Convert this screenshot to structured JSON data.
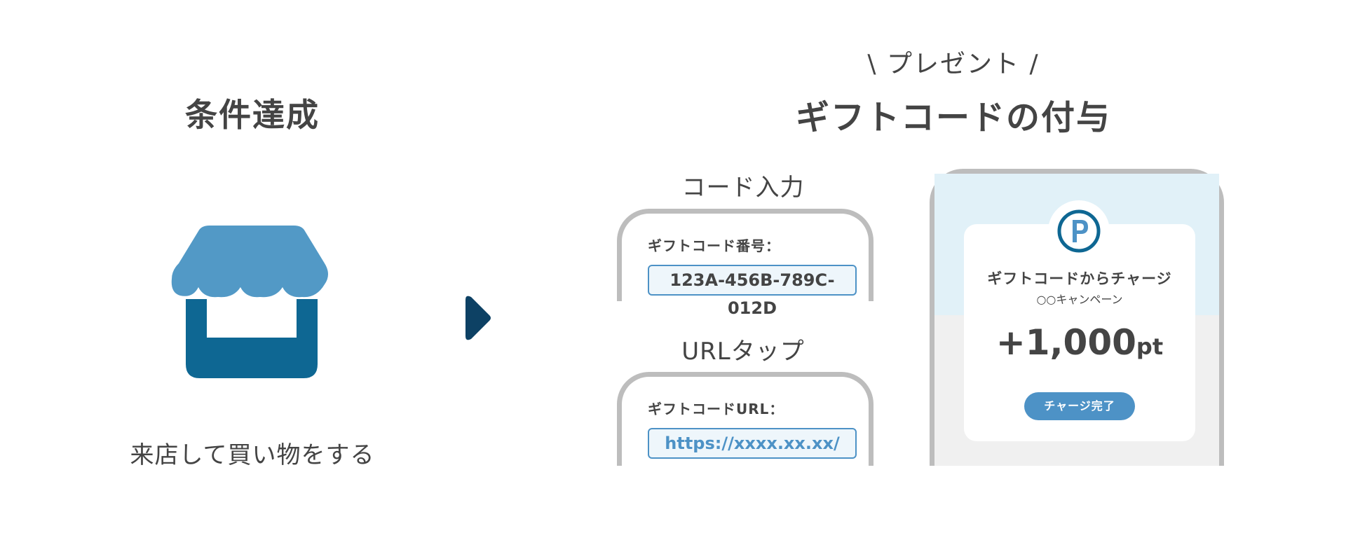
{
  "left": {
    "title": "条件達成",
    "caption": "来店して買い物をする"
  },
  "right": {
    "present_label": "\\ プレゼント /",
    "title": "ギフトコードの付与",
    "code_input": {
      "section_label": "コード入力",
      "field_label": "ギフトコード番号：",
      "field_value": "123A-456B-789C-012D"
    },
    "url_tap": {
      "section_label": "URLタップ",
      "field_label": "ギフトコードURL：",
      "field_value": "https://xxxx.xx.xx/"
    },
    "charge_screen": {
      "title": "ギフトコードからチャージ",
      "campaign": "○○キャンペーン",
      "points_number": "+1,000",
      "points_unit": "pt",
      "button_label": "チャージ完了"
    }
  },
  "icons": {
    "store": "store-icon",
    "arrow": "arrow-right-icon",
    "points": "p-points-icon"
  },
  "colors": {
    "text": "#444444",
    "awning_blue": "#5299c6",
    "store_body_blue": "#0e6793",
    "arrow_navy": "#0d4164",
    "accent_blue": "#4d92c6",
    "phone_frame": "#bdbdbd",
    "light_blue_band": "#e1f1f8"
  }
}
